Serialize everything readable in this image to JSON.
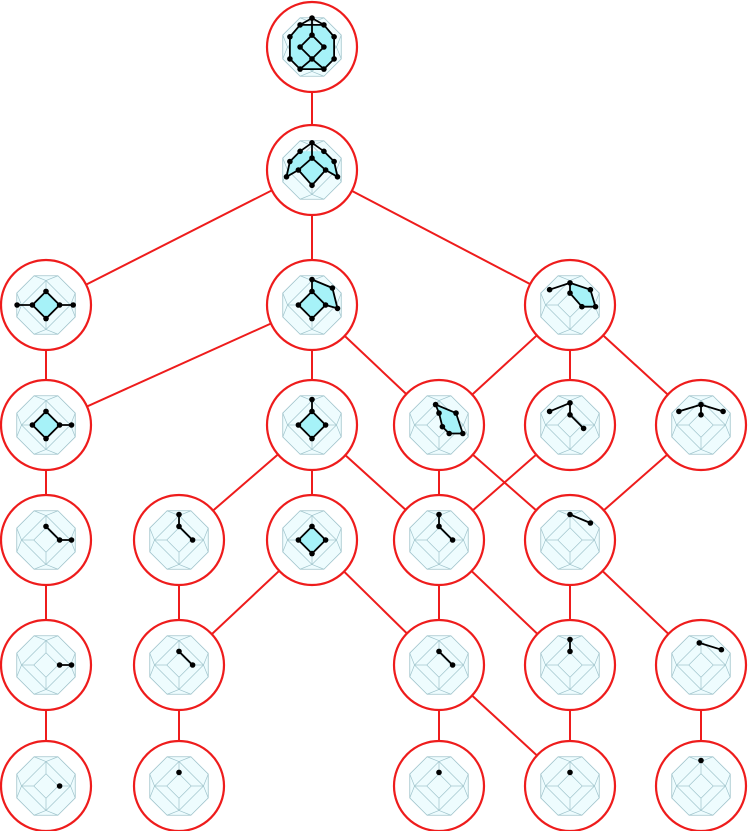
{
  "diagram": {
    "colors": {
      "edge": "#ee1c1c",
      "node_ring": "#ee1c1c",
      "node_fill": "#ffffff",
      "face_fill": "#a6f2f8",
      "ghost_fill": "#eefcfe",
      "ghost_stroke": "#a0c4cc",
      "graph_edge": "#000000"
    },
    "template_vertices": [
      [
        -0.35,
        -0.86
      ],
      [
        0.35,
        -0.86
      ],
      [
        0.86,
        -0.35
      ],
      [
        0.86,
        0.35
      ],
      [
        0.35,
        0.86
      ],
      [
        -0.35,
        0.86
      ],
      [
        -0.86,
        0.35
      ],
      [
        -0.86,
        -0.35
      ],
      [
        0,
        -0.72
      ],
      [
        0.72,
        0
      ],
      [
        0,
        0.72
      ],
      [
        -0.72,
        0
      ],
      [
        0,
        -0.36
      ],
      [
        0.36,
        0
      ],
      [
        0,
        0.36
      ],
      [
        -0.36,
        0
      ]
    ],
    "template_edges": [
      [
        0,
        1
      ],
      [
        1,
        2
      ],
      [
        2,
        3
      ],
      [
        3,
        4
      ],
      [
        4,
        5
      ],
      [
        5,
        6
      ],
      [
        6,
        7
      ],
      [
        7,
        0
      ],
      [
        8,
        9
      ],
      [
        9,
        10
      ],
      [
        10,
        11
      ],
      [
        11,
        8
      ],
      [
        0,
        8
      ],
      [
        1,
        8
      ],
      [
        2,
        9
      ],
      [
        3,
        9
      ],
      [
        4,
        10
      ],
      [
        5,
        10
      ],
      [
        6,
        11
      ],
      [
        7,
        11
      ],
      [
        8,
        12
      ],
      [
        9,
        13
      ],
      [
        10,
        14
      ],
      [
        11,
        15
      ],
      [
        12,
        13
      ],
      [
        13,
        14
      ],
      [
        14,
        15
      ],
      [
        15,
        12
      ]
    ],
    "nodes": [
      {
        "id": "n0",
        "row": 0,
        "col": 2,
        "pts": [
          [
            -0.35,
            -0.65
          ],
          [
            0.35,
            -0.65
          ],
          [
            0.65,
            -0.3
          ],
          [
            0.65,
            0.35
          ],
          [
            0.35,
            0.65
          ],
          [
            -0.35,
            0.65
          ],
          [
            -0.65,
            0.35
          ],
          [
            -0.65,
            -0.3
          ],
          [
            0,
            -0.85
          ],
          [
            0.35,
            0
          ],
          [
            0,
            0.35
          ],
          [
            -0.35,
            0
          ],
          [
            0,
            -0.35
          ]
        ],
        "edges": [
          [
            0,
            1
          ],
          [
            1,
            2
          ],
          [
            2,
            3
          ],
          [
            3,
            4
          ],
          [
            4,
            5
          ],
          [
            5,
            6
          ],
          [
            6,
            7
          ],
          [
            7,
            0
          ],
          [
            8,
            0
          ],
          [
            8,
            1
          ],
          [
            11,
            12
          ],
          [
            12,
            9
          ],
          [
            9,
            10
          ],
          [
            10,
            11
          ],
          [
            12,
            8
          ],
          [
            10,
            4
          ],
          [
            10,
            5
          ]
        ],
        "faces": [
          [
            0,
            1,
            2,
            3,
            4,
            5,
            6,
            7
          ]
        ]
      },
      {
        "id": "n1",
        "row": 1,
        "col": 2,
        "pts": [
          [
            -0.35,
            -0.55
          ],
          [
            0.35,
            -0.55
          ],
          [
            0.65,
            -0.25
          ],
          [
            0.75,
            0.2
          ],
          [
            0,
            0.45
          ],
          [
            -0.75,
            0.2
          ],
          [
            -0.65,
            -0.25
          ],
          [
            0,
            -0.8
          ],
          [
            0,
            -0.35
          ],
          [
            0.4,
            0
          ],
          [
            -0.4,
            0
          ]
        ],
        "edges": [
          [
            7,
            0
          ],
          [
            7,
            1
          ],
          [
            0,
            6
          ],
          [
            6,
            5
          ],
          [
            1,
            2
          ],
          [
            2,
            3
          ],
          [
            8,
            9
          ],
          [
            9,
            4
          ],
          [
            4,
            10
          ],
          [
            10,
            8
          ],
          [
            7,
            8
          ],
          [
            5,
            10
          ],
          [
            3,
            9
          ]
        ],
        "faces": [
          [
            0,
            1,
            2,
            3,
            9,
            4,
            10,
            5,
            6
          ]
        ]
      },
      {
        "id": "n2",
        "row": 2,
        "col": 0,
        "pts": [
          [
            0,
            -0.4
          ],
          [
            0.4,
            0
          ],
          [
            0,
            0.4
          ],
          [
            -0.4,
            0
          ],
          [
            -0.85,
            0
          ],
          [
            0.8,
            0
          ]
        ],
        "edges": [
          [
            0,
            1
          ],
          [
            1,
            2
          ],
          [
            2,
            3
          ],
          [
            3,
            0
          ],
          [
            3,
            4
          ],
          [
            1,
            5
          ]
        ],
        "faces": [
          [
            0,
            1,
            2,
            3
          ]
        ]
      },
      {
        "id": "n3",
        "row": 2,
        "col": 2,
        "pts": [
          [
            0,
            -0.75
          ],
          [
            0.6,
            -0.5
          ],
          [
            0.75,
            0.1
          ],
          [
            0,
            -0.4
          ],
          [
            0.4,
            0
          ],
          [
            0,
            0.4
          ],
          [
            -0.4,
            0
          ]
        ],
        "edges": [
          [
            0,
            1
          ],
          [
            1,
            2
          ],
          [
            2,
            4
          ],
          [
            0,
            3
          ],
          [
            3,
            4
          ],
          [
            4,
            5
          ],
          [
            5,
            6
          ],
          [
            6,
            3
          ]
        ],
        "faces": [
          [
            3,
            4,
            5,
            6
          ],
          [
            0,
            1,
            2,
            4,
            3
          ]
        ]
      },
      {
        "id": "n4",
        "row": 2,
        "col": 4,
        "pts": [
          [
            -0.6,
            -0.45
          ],
          [
            0,
            -0.65
          ],
          [
            0.6,
            -0.45
          ],
          [
            0.75,
            0.05
          ],
          [
            0.35,
            0.05
          ],
          [
            0,
            -0.35
          ]
        ],
        "edges": [
          [
            0,
            1
          ],
          [
            1,
            2
          ],
          [
            2,
            3
          ],
          [
            3,
            4
          ],
          [
            4,
            5
          ],
          [
            5,
            1
          ]
        ],
        "faces": [
          [
            1,
            2,
            3,
            4,
            5
          ]
        ]
      },
      {
        "id": "n5",
        "row": 3,
        "col": 0,
        "pts": [
          [
            0,
            -0.4
          ],
          [
            0.4,
            0
          ],
          [
            0,
            0.4
          ],
          [
            -0.4,
            0
          ],
          [
            0.75,
            0
          ]
        ],
        "edges": [
          [
            0,
            1
          ],
          [
            1,
            2
          ],
          [
            2,
            3
          ],
          [
            3,
            0
          ],
          [
            1,
            4
          ]
        ],
        "faces": [
          [
            0,
            1,
            2,
            3
          ]
        ]
      },
      {
        "id": "n6",
        "row": 3,
        "col": 2,
        "pts": [
          [
            0,
            -0.75
          ],
          [
            0,
            -0.4
          ],
          [
            0.4,
            0
          ],
          [
            0,
            0.4
          ],
          [
            -0.4,
            0
          ]
        ],
        "edges": [
          [
            0,
            1
          ],
          [
            1,
            2
          ],
          [
            2,
            3
          ],
          [
            3,
            4
          ],
          [
            4,
            1
          ]
        ],
        "faces": [
          [
            1,
            2,
            3,
            4
          ]
        ]
      },
      {
        "id": "n7",
        "row": 3,
        "col": 3,
        "pts": [
          [
            -0.1,
            -0.6
          ],
          [
            0.5,
            -0.35
          ],
          [
            0.7,
            0.25
          ],
          [
            0.3,
            0.25
          ],
          [
            0.1,
            0.05
          ],
          [
            0,
            -0.35
          ]
        ],
        "edges": [
          [
            0,
            1
          ],
          [
            1,
            2
          ],
          [
            2,
            3
          ],
          [
            3,
            4
          ],
          [
            4,
            5
          ],
          [
            5,
            0
          ]
        ],
        "faces": [
          [
            0,
            1,
            2,
            3,
            4,
            5
          ]
        ]
      },
      {
        "id": "n8",
        "row": 3,
        "col": 4,
        "pts": [
          [
            -0.6,
            -0.4
          ],
          [
            0,
            -0.65
          ],
          [
            0,
            -0.3
          ],
          [
            0.4,
            0.1
          ]
        ],
        "edges": [
          [
            0,
            1
          ],
          [
            1,
            2
          ],
          [
            2,
            3
          ]
        ],
        "faces": []
      },
      {
        "id": "n9",
        "row": 3,
        "col": 5,
        "pts": [
          [
            -0.65,
            -0.4
          ],
          [
            0,
            -0.6
          ],
          [
            0.65,
            -0.4
          ],
          [
            0,
            -0.3
          ]
        ],
        "edges": [
          [
            0,
            1
          ],
          [
            1,
            2
          ],
          [
            1,
            3
          ]
        ],
        "faces": []
      },
      {
        "id": "n10",
        "row": 4,
        "col": 0,
        "pts": [
          [
            0,
            -0.4
          ],
          [
            0.4,
            0
          ],
          [
            0.75,
            0
          ]
        ],
        "edges": [
          [
            0,
            1
          ],
          [
            1,
            2
          ]
        ],
        "faces": []
      },
      {
        "id": "n11",
        "row": 4,
        "col": 1,
        "pts": [
          [
            0,
            -0.75
          ],
          [
            0,
            -0.4
          ],
          [
            0.4,
            0
          ]
        ],
        "edges": [
          [
            0,
            1
          ],
          [
            1,
            2
          ]
        ],
        "faces": []
      },
      {
        "id": "n12",
        "row": 4,
        "col": 2,
        "pts": [
          [
            0,
            -0.4
          ],
          [
            0.4,
            0
          ],
          [
            0,
            0.4
          ],
          [
            -0.4,
            0
          ]
        ],
        "edges": [
          [
            0,
            1
          ],
          [
            1,
            2
          ],
          [
            2,
            3
          ],
          [
            3,
            0
          ]
        ],
        "faces": [
          [
            0,
            1,
            2,
            3
          ]
        ]
      },
      {
        "id": "n13",
        "row": 4,
        "col": 3,
        "pts": [
          [
            0,
            -0.75
          ],
          [
            0,
            -0.4
          ],
          [
            0.4,
            0
          ]
        ],
        "edges": [
          [
            0,
            1
          ],
          [
            1,
            2
          ]
        ],
        "faces": []
      },
      {
        "id": "n14",
        "row": 4,
        "col": 4,
        "pts": [
          [
            0,
            -0.75
          ],
          [
            0.6,
            -0.5
          ]
        ],
        "edges": [
          [
            0,
            1
          ]
        ],
        "faces": []
      },
      {
        "id": "n15",
        "row": 5,
        "col": 0,
        "pts": [
          [
            0.4,
            0
          ],
          [
            0.75,
            0
          ]
        ],
        "edges": [
          [
            0,
            1
          ]
        ],
        "faces": []
      },
      {
        "id": "n16",
        "row": 5,
        "col": 1,
        "pts": [
          [
            0,
            -0.4
          ],
          [
            0.4,
            0
          ]
        ],
        "edges": [
          [
            0,
            1
          ]
        ],
        "faces": []
      },
      {
        "id": "n17",
        "row": 5,
        "col": 3,
        "pts": [
          [
            0,
            -0.4
          ],
          [
            0.4,
            0
          ]
        ],
        "edges": [
          [
            0,
            1
          ]
        ],
        "faces": []
      },
      {
        "id": "n18",
        "row": 5,
        "col": 4,
        "pts": [
          [
            0,
            -0.75
          ],
          [
            0,
            -0.4
          ]
        ],
        "edges": [
          [
            0,
            1
          ]
        ],
        "faces": []
      },
      {
        "id": "n19",
        "row": 5,
        "col": 5,
        "pts": [
          [
            -0.05,
            -0.65
          ],
          [
            0.6,
            -0.45
          ]
        ],
        "edges": [
          [
            0,
            1
          ]
        ],
        "faces": []
      },
      {
        "id": "n20",
        "row": 6,
        "col": 0,
        "pts": [
          [
            0.4,
            0
          ]
        ],
        "edges": [],
        "faces": []
      },
      {
        "id": "n21",
        "row": 6,
        "col": 1,
        "pts": [
          [
            0,
            -0.4
          ]
        ],
        "edges": [],
        "faces": []
      },
      {
        "id": "n22",
        "row": 6,
        "col": 3,
        "pts": [
          [
            0,
            -0.4
          ]
        ],
        "edges": [],
        "faces": []
      },
      {
        "id": "n23",
        "row": 6,
        "col": 4,
        "pts": [
          [
            0,
            -0.4
          ]
        ],
        "edges": [],
        "faces": []
      },
      {
        "id": "n24",
        "row": 6,
        "col": 5,
        "pts": [
          [
            0,
            -0.75
          ]
        ],
        "edges": [],
        "faces": []
      }
    ],
    "links": [
      [
        "n0",
        "n1"
      ],
      [
        "n1",
        "n2"
      ],
      [
        "n1",
        "n3"
      ],
      [
        "n1",
        "n4"
      ],
      [
        "n2",
        "n5"
      ],
      [
        "n3",
        "n5"
      ],
      [
        "n3",
        "n6"
      ],
      [
        "n3",
        "n7"
      ],
      [
        "n4",
        "n7"
      ],
      [
        "n4",
        "n8"
      ],
      [
        "n4",
        "n9"
      ],
      [
        "n5",
        "n10"
      ],
      [
        "n6",
        "n11"
      ],
      [
        "n6",
        "n12"
      ],
      [
        "n6",
        "n13"
      ],
      [
        "n7",
        "n13"
      ],
      [
        "n7",
        "n14"
      ],
      [
        "n8",
        "n13"
      ],
      [
        "n9",
        "n14"
      ],
      [
        "n10",
        "n15"
      ],
      [
        "n11",
        "n16"
      ],
      [
        "n12",
        "n16"
      ],
      [
        "n12",
        "n17"
      ],
      [
        "n13",
        "n17"
      ],
      [
        "n13",
        "n18"
      ],
      [
        "n14",
        "n18"
      ],
      [
        "n14",
        "n19"
      ],
      [
        "n15",
        "n20"
      ],
      [
        "n16",
        "n21"
      ],
      [
        "n17",
        "n22"
      ],
      [
        "n17",
        "n23"
      ],
      [
        "n18",
        "n23"
      ],
      [
        "n19",
        "n24"
      ]
    ]
  }
}
